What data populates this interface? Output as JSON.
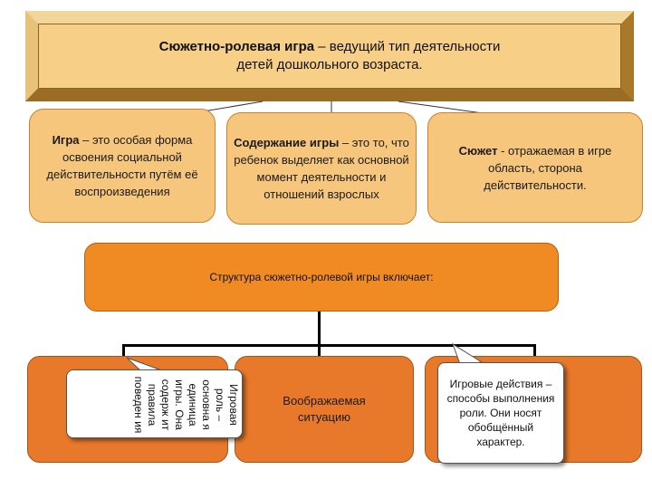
{
  "title": {
    "bold": "Сюжетно-ролевая игра",
    "rest": " – ведущий тип деятельности детей дошкольного возраста."
  },
  "box_game": {
    "bold": "Игра",
    "rest": " – это особая форма освоения социальной действительности путём её воспроизведения"
  },
  "box_content": {
    "bold": "Содержание игры",
    "rest": " – это то, что ребенок выделяет как основной момент деятельности и отношений взрослых"
  },
  "box_plot": {
    "bold": "Сюжет",
    "rest": " - отражаемая в игре область, сторона действительности."
  },
  "structure": {
    "label": "Структура сюжетно-ролевой игры включает:"
  },
  "components": {
    "role_callout": "Игровая роль – основна я единица игры. Она содерж ит правила поведен ия",
    "imaginary": "Воображаемая ситуацию",
    "actions_callout": "Игровые действия – способы выполнения роли. Они носят обобщённый характер."
  },
  "colors": {
    "title_fill": "#f7cf86",
    "peach_box": "#f6c67c",
    "structure_box": "#f08a22",
    "bottom_box": "#e8792a"
  }
}
